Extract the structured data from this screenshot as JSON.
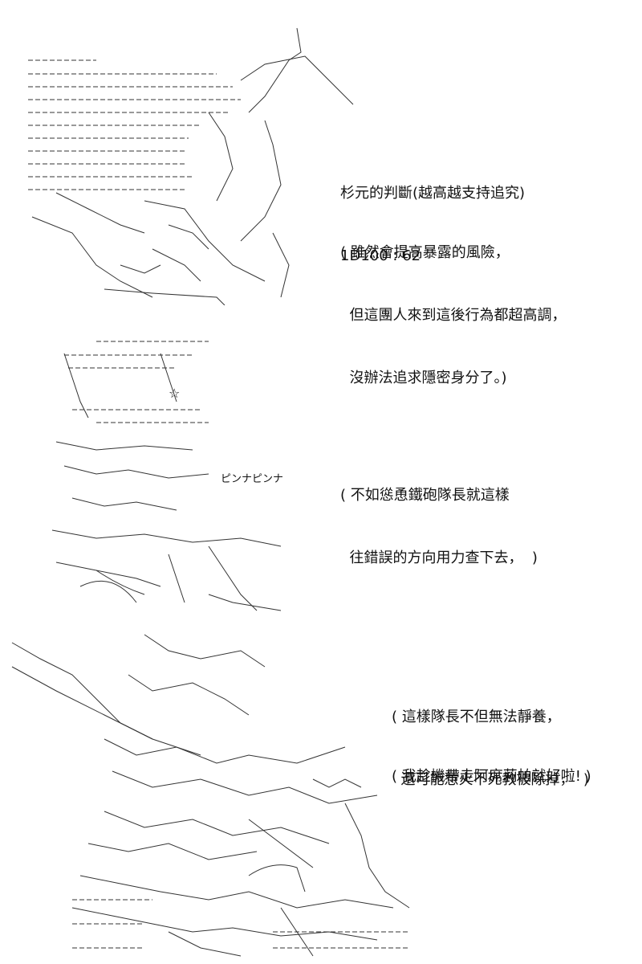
{
  "panels": [
    {
      "art": {
        "icon": "ascii-art-cityscape-horse-rider",
        "caption_in_art": ""
      },
      "roll": {
        "label": "杉元的判斷(越高越支持追究)",
        "result": "1D100 : 62"
      },
      "narration": [
        "( 雖然會提高暴露的風險，",
        "  但這團人來到這後行為都超高調，",
        "  沒辦法追求隱密身分了。)"
      ]
    },
    {
      "art": {
        "icon": "ascii-art-character-with-star-hat",
        "sfx": "ピンナピンナ",
        "mark": "☆"
      },
      "narration": [
        "( 不如慫恿鐵砲隊長就這樣",
        "  往錯誤的方向用力查下去，  )"
      ]
    },
    {
      "art": {
        "icon": "ascii-art-soldier-with-rifle"
      },
      "narration": [
        "( 這樣隊長不但無法靜養，",
        "  還可能惹火不死教被除掉，  )"
      ],
      "narration_2": [
        "( 我趁機帶走阿席莉帕就好啦! )"
      ]
    }
  ]
}
